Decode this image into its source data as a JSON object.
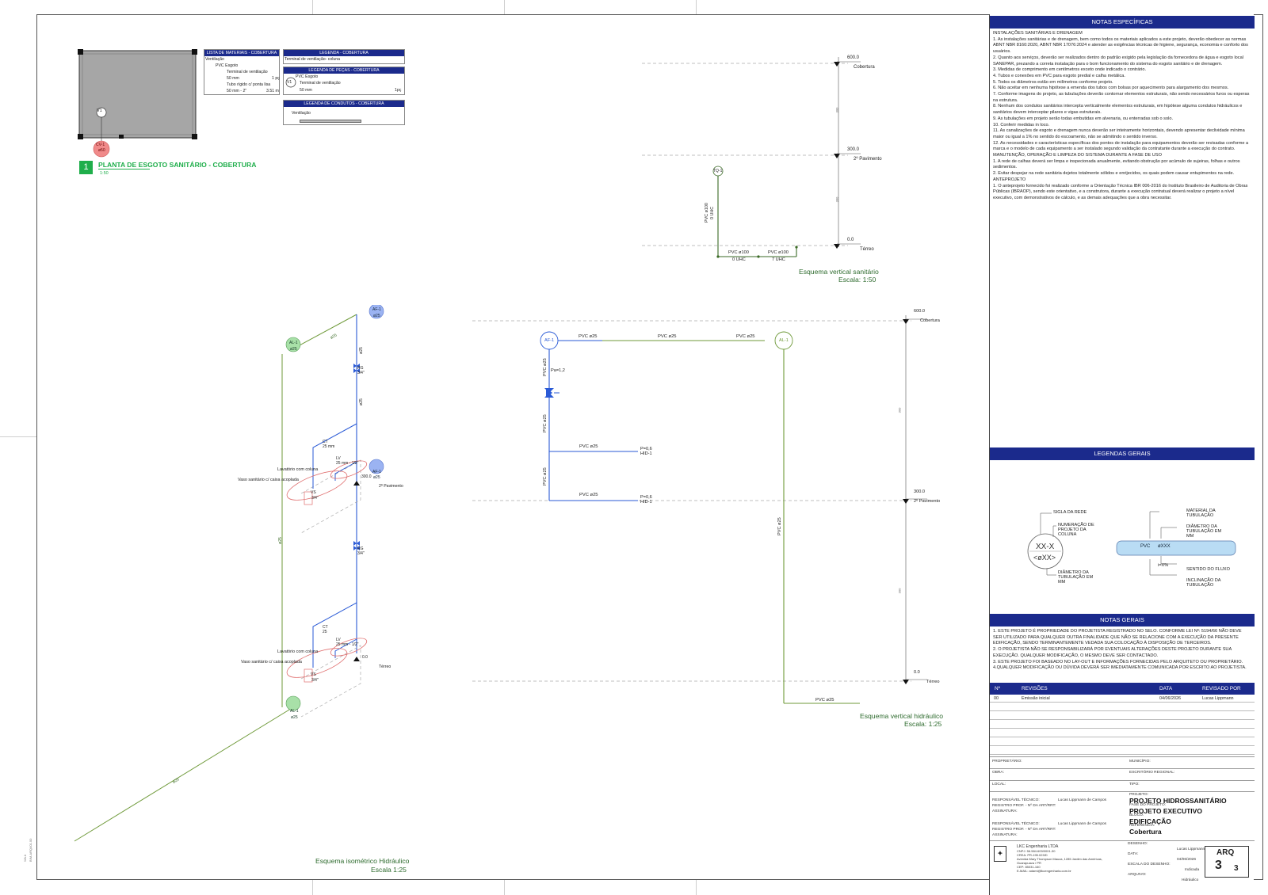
{
  "sheet_labels": {
    "vertical_margin_note_1": "Wh.b",
    "vertical_margin_note_2": "BIM-ARQ401.00"
  },
  "plan": {
    "column_tag": "V1",
    "vent_tag_line1": "CV-1",
    "vent_tag_line2": "ø50",
    "number": "1",
    "title": "PLANTA DE ESGOTO SANITÁRIO - COBERTURA",
    "scale": "1:50"
  },
  "materials_list": {
    "header": "LISTA DE MATERIAIS - COBERTURA",
    "group": "Ventilação",
    "material": "PVC Esgoto",
    "items": [
      {
        "name": "Terminal de ventilação",
        "size": "50 mm",
        "qty": "1 pç"
      },
      {
        "name": "Tubo rígido c/ ponta lisa",
        "size": "50 mm - 2\"",
        "qty": "3.51 m"
      }
    ]
  },
  "legend_cover": {
    "header": "LEGENDA - COBERTURA",
    "item": "Terminal de ventilação- coluna"
  },
  "legend_parts": {
    "header": "LEGENDA DE PEÇAS - COBERTURA",
    "symbol": "V1",
    "material": "PVC Esgoto",
    "item": "Terminal de ventilação",
    "size": "50 mm",
    "qty": "1pç"
  },
  "legend_conduits": {
    "header": "LEGENDA DE CONDUTOS - COBERTURA",
    "item": "Ventilação"
  },
  "sanitary_vertical": {
    "title": "Esquema vertical sanitário",
    "scale": "Escala: 1:50",
    "levels": [
      {
        "value": "600.0",
        "name": "Cobertura"
      },
      {
        "value": "300.0",
        "name": "2º Pavimento"
      },
      {
        "value": "0.0",
        "name": "Térreo"
      }
    ],
    "tube_tag": "TQ-1",
    "riser_label": "PVC ø100",
    "riser_uhc": "0 UHC",
    "branch1_label": "PVC ø100",
    "branch1_uhc": "0 UHC",
    "branch2_label": "PVC ø100",
    "branch2_uhc": "7 UHC",
    "dim_marks": [
      "300",
      "300"
    ]
  },
  "isometric": {
    "title": "Esquema isométrico Hidráulico",
    "scale": "Escala 1:25",
    "af_top": [
      "AF-1",
      "ø25"
    ],
    "al_top": [
      "AL-1",
      "ø25"
    ],
    "af_mid": [
      "AF-1",
      "ø25"
    ],
    "al_bottom": [
      "AL-1",
      "ø25"
    ],
    "pipe_label": "ø25",
    "rg_label": "RG",
    "rg_size": "3/4\"",
    "ct_label": "CT",
    "ct_size": "25 mm",
    "ct_size_lower": "25",
    "lv_label": "LV",
    "lv_size": "25 mm - 1/2\"",
    "vs_label": "VS",
    "vs_size": "3/4\"",
    "lavatory": "Lavatório com coluna",
    "toilet": "Vaso sanitário c/ caixa acoplada",
    "level_upper_value": "300.0",
    "level_upper_name": "2º Pavimento",
    "level_lower_value": "0.0",
    "level_lower_name": "Térreo"
  },
  "hydraulic_vertical": {
    "title": "Esquema vertical hidráulico",
    "scale": "Escala: 1:25",
    "af_tag": "AF-1",
    "al_tag": "AL-1",
    "top_labels": [
      "PVC ø25",
      "PVC ø25",
      "PVC ø25"
    ],
    "riser_label": "PVC ø25",
    "pressure": "Pa=1,2",
    "branch_upper_label": "PVC ø25",
    "branch_upper_p": "P=0,6",
    "branch_upper_hid": "HID-1",
    "branch_lower_label": "PVC ø25",
    "branch_lower_p": "P=0,6",
    "branch_lower_hid": "HID-1",
    "right_riser_label": "PVC ø25",
    "bottom_label": "PVC ø25",
    "levels": [
      {
        "value": "600.0",
        "name": "Cobertura"
      },
      {
        "value": "300.0",
        "name": "2º Pavimento"
      },
      {
        "value": "0.0",
        "name": "Térreo"
      }
    ],
    "dim_marks": [
      "300",
      "300"
    ]
  },
  "specific_notes": {
    "header": "NOTAS ESPECÍFICAS",
    "lines": [
      "INSTALAÇÕES SANITÁRIAS E DRENAGEM",
      "1. As instalações sanitárias e de drenagem, bem como todos os materiais aplicados a este projeto, deverão obedecer as normas ABNT NBR 8160:2020, ABNT NBR 17076:2024 e atender as exigências técnicas de higiene, segurança, economia e conforto dos usuários.",
      "2. Quanto aos serviços, deverão ser realizados dentro do padrão exigido pela legislação da fornecedora de água e esgoto local SANEPAR, prezando a correta instalação para o bom funcionamento do sistema do esgoto sanitário e de drenagem.",
      "3. Medidas de comprimento em centímetros exceto onde indicado o contrário.",
      "4. Tubos e conexões em PVC para esgoto predial e calha metálica.",
      "5. Todos os diâmetros estão em milímetros conforme projeto.",
      "6. Não aceitar em nenhuma hipótese a emenda dos tubos com bolsas por aquecimento para alargamento dos mesmos.",
      "7. Conforme imagens do projeto, as tubulações deverão contornar elementos estruturais, não sendo necessários furos ou esperas na estrutura.",
      "8. Nenhum dos condutos sanitários intercepta verticalmente elementos estruturais, em hipótese alguma condutos hidráulicos e sanitários devem interceptar pilares e vigas estruturais.",
      "9. As tubulações em projeto serão todas embutidas em alvenaria, ou enterradas sob o solo.",
      "10. Conferir medidas in loco.",
      "11. As canalizações de esgoto e drenagem nunca deverão ser inteiramente horizontais, devendo apresentar declividade mínima maior ou igual a 1% no sentido do escoamento, não se admitindo o sentido inverso.",
      "12. As necessidades e características específicas dos pontos de instalação para equipamentos deverão ser revisadas conforme a marca e o modelo de cada equipamento a ser instalado segundo validação da contratante durante a execução do contrato.",
      "MANUTENÇÃO, OPERAÇÃO E LIMPEZA DO SISTEMA DURANTE A FASE DE USO",
      "1. A rede de calhas deverá ser limpa e inspecionada anualmente, evitando obstrução por acúmulo de sujeiras, folhas e outros sedimentos.",
      "2. Evitar despejar na rede sanitária dejetos totalmente sólidos e enrijecidos, os quais podem causar entupimentos na rede.",
      "ANTEPROJETO",
      "1. O anteprojeto fornecido foi realizado conforme a Orientação Técnica IBR 006-2016 do Instituto Brasileiro de Auditoria de Obras Públicas (IBRAOP), sendo este orientativo, e a construtora, durante a execução contratual deverá realizar o projeto a nível executivo, com demonstrativos de cálculo, e as demais adequações que a obra necessitar."
    ]
  },
  "general_legends": {
    "header": "LEGENDAS GERAIS",
    "symbol_top": "XX-X",
    "symbol_bottom": "<øXX>",
    "network_code": "SIGLA DA REDE",
    "column_number": "NUMERAÇÃO DE PROJETO DA COLUNA",
    "diameter_left": "DIÂMETRO DA TUBULAÇÃO EM MM",
    "material": "MATERIAL DA TUBULAÇÃO",
    "diameter_right": "DIÂMETRO DA TUBULAÇÃO EM MM",
    "pipe_text_1": "PVC",
    "pipe_text_2": "øXXX",
    "slope_text": "i=X%",
    "flow": "SENTIDO DO FLUXO",
    "slope": "INCLINAÇÃO DA TUBULAÇÃO"
  },
  "general_notes": {
    "header": "NOTAS GERAIS",
    "lines": [
      "1. ESTE PROJETO É PROPRIEDADE DO PROJETISTA REGISTRADO NO SELO. CONFORME LEI Nº: 5194/66 NÃO DEVE SER UTILIZADO PARA QUALQUER OUTRA FINALIDADE QUE NÃO SE RELACIONE COM A EXECUÇÃO DA PRESENTE EDIFICAÇÃO, SENDO TERMINANTEMENTE VEDADA SUA COLOCAÇÃO À DISPOSIÇÃO DE TERCEIROS.",
      "2. O PROJETISTA NÃO SE RESPONSABILIZARÁ POR EVENTUAIS ALTERAÇÕES DESTE PROJETO DURANTE SUA EXECUÇÃO. QUALQUER MODIFICAÇÃO, O MESMO DEVE SER CONTACTADO.",
      "3. ESTE PROJETO FOI BASEADO NO LAY-OUT E INFORMAÇÕES FORNECIDAS PELO ARQUITETO OU PROPRIETÁRIO.",
      "4.QUALQUER MODIFICAÇÃO OU DÚVIDA DEVERÁ SER IMEDIATAMENTE COMUNICADA POR ESCRITO AO PROJETISTA."
    ]
  },
  "revisions": {
    "col_no": "Nº",
    "col_rev": "REVISÕES",
    "col_date": "DATA",
    "col_by": "REVISADO POR",
    "rows": [
      {
        "no": "00",
        "rev": "Emissão inicial",
        "date": "04/06/2026",
        "by": "Lucas Lippmann"
      }
    ]
  },
  "title_block": {
    "owner_key": "PROPRIETÁRIO:",
    "city_key": "MUNICÍPIO:",
    "work_key": "OBRA:",
    "office_key": "ESCRITÓRIO REGIONAL:",
    "place_key": "LOCAL:",
    "type_key": "TIPO:",
    "resp1_key": "RESPONSÁVEL TÉCNICO:",
    "resp1_val": "Lucas Lippmann de Campos",
    "reg1_key": "REGISTRO PROF. - Nº DA ART/RRT:",
    "sig1_key": "ASSINATURA:",
    "resp2_key": "RESPONSÁVEL TÉCNICO:",
    "resp2_val": "Lucas Lippmann de Campos",
    "reg2_key": "REGISTRO PROF. - Nº DA ART/RRT:",
    "sig2_key": "ASSINATURA:",
    "project_key": "PROJETO:",
    "project_val": "PROJETO HIDROSSANITÁRIO",
    "phase_key": "FASE DO PROJETO:",
    "phase_val": "PROJETO EXECUTIVO",
    "block_key": "BLOCO:",
    "block_val": "EDIFICAÇÃO",
    "ref_key": "REFERÊNCIA:",
    "ref_val": "Cobertura",
    "company": "LKC Engenharia LTDA",
    "company_lines": [
      "CNPJ: 56.584.609/0001-30",
      "CREA: PR-195.023/D",
      "Avenida Mary Thompson Mauza, 1285 Jardim das Américas,",
      "Guarapuava / PR",
      "CEP: 85031-160",
      "E-MAIL: adami@lkcengenharia.com.br"
    ],
    "drawing_key": "DESENHO:",
    "drawing_val": "Lucas Lippmann",
    "date_key": "DATA:",
    "date_val": "04/06/2026",
    "scale_key": "ESCALA DO DESENHO:",
    "scale_val": "Indicada",
    "file_key": "ARQUIVO:",
    "file_val": "Hidráulico",
    "discipline": "ARQ",
    "sheet_no": "3",
    "sheet_total": "3"
  },
  "colors": {
    "navy": "#1b2a8c",
    "cold_water": "#2a5ad6",
    "supply": "#6f9a3a",
    "sewer": "#3a6a25",
    "fixture": "#e07070",
    "green_title": "#1fae4b"
  }
}
